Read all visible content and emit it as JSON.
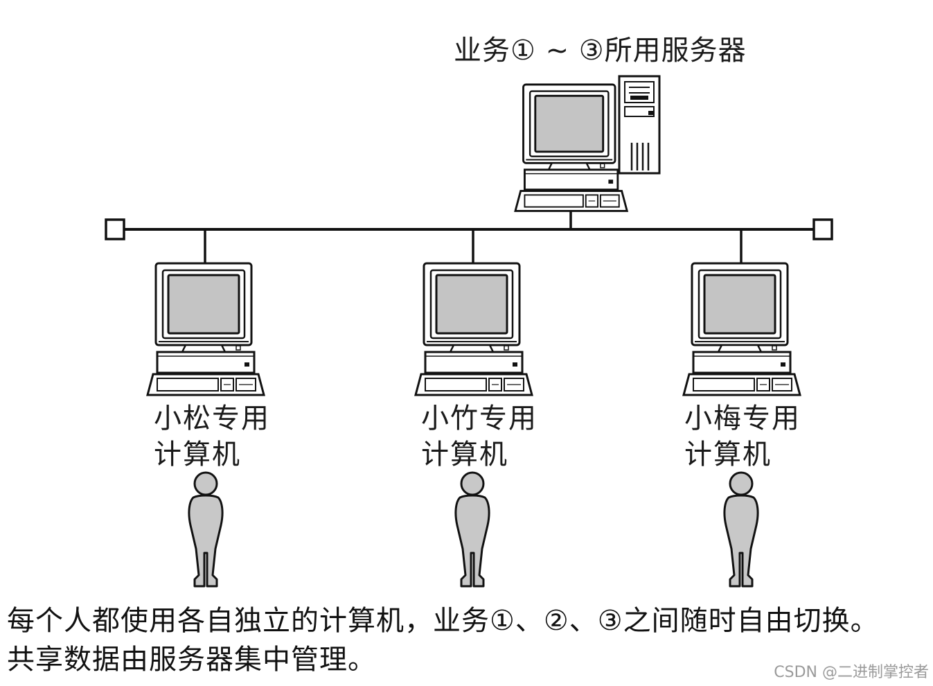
{
  "server": {
    "label": "业务① ~ ③所用服务器"
  },
  "clients": [
    {
      "line1": "小松专用",
      "line2": "计算机"
    },
    {
      "line1": "小竹专用",
      "line2": "计算机"
    },
    {
      "line1": "小梅专用",
      "line2": "计算机"
    }
  ],
  "caption": {
    "line1": "每个人都使用各自独立的计算机，业务①、②、③之间随时自由切换。",
    "line2": "共享数据由服务器集中管理。"
  },
  "watermark": "CSDN @二进制掌控者",
  "colors": {
    "screen": "#c4c4c4",
    "person": "#c8c8c8",
    "line": "#111111",
    "body": "#ffffff"
  }
}
